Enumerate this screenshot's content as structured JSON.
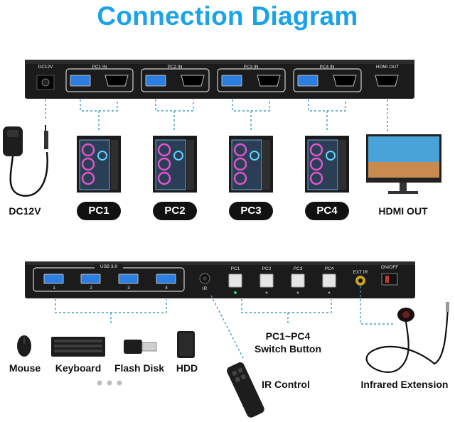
{
  "title": "Connection Diagram",
  "top_panel": {
    "dc_port": "DC12V",
    "groups": [
      "PC1 IN",
      "PC2 IN",
      "PC3 IN",
      "PC4 IN"
    ],
    "hdmi_port": "HDMI OUT"
  },
  "top_labels": {
    "dc": "DC12V",
    "pcs": [
      "PC1",
      "PC2",
      "PC3",
      "PC4"
    ],
    "hdmi": "HDMI OUT"
  },
  "front_panel": {
    "usb_group": "USB 3.0",
    "usb_ports": [
      "1",
      "2",
      "3",
      "4"
    ],
    "ir": "IR",
    "buttons": [
      "PC1",
      "PC2",
      "PC3",
      "PC4"
    ],
    "ext_ir": "EXT IR",
    "power": "ON/OFF"
  },
  "bottom_labels": {
    "devices": [
      "Mouse",
      "Keyboard",
      "Flash Disk",
      "HDD"
    ],
    "switch_button": [
      "PC1~PC4",
      "Switch Button"
    ],
    "ir_control": "IR Control",
    "infrared_extension": "Infrared Extension"
  },
  "colors": {
    "title": "#1aa3e8",
    "connector_line": "#3a9fc4",
    "usb_blue": "#2c7fe0",
    "device_body": "#1d1d1d"
  }
}
